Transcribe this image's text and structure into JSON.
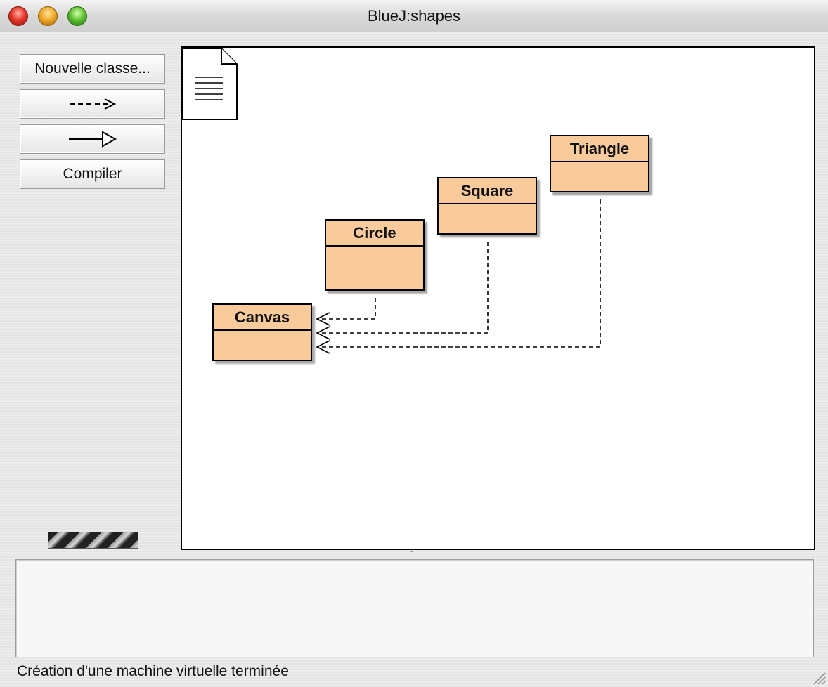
{
  "window": {
    "title": "BlueJ:shapes"
  },
  "toolbar": {
    "new_class_label": "Nouvelle classe...",
    "uses_arrow_icon": "dashed-arrow-icon",
    "inherits_arrow_icon": "inheritance-arrow-icon",
    "compile_label": "Compiler"
  },
  "diagram": {
    "note_icon": "document-icon",
    "class_color": "#f8ca9c",
    "classes": [
      {
        "name": "Triangle"
      },
      {
        "name": "Square"
      },
      {
        "name": "Circle"
      },
      {
        "name": "Canvas"
      }
    ]
  },
  "status": {
    "message": "Création d'une machine virtuelle terminée"
  }
}
